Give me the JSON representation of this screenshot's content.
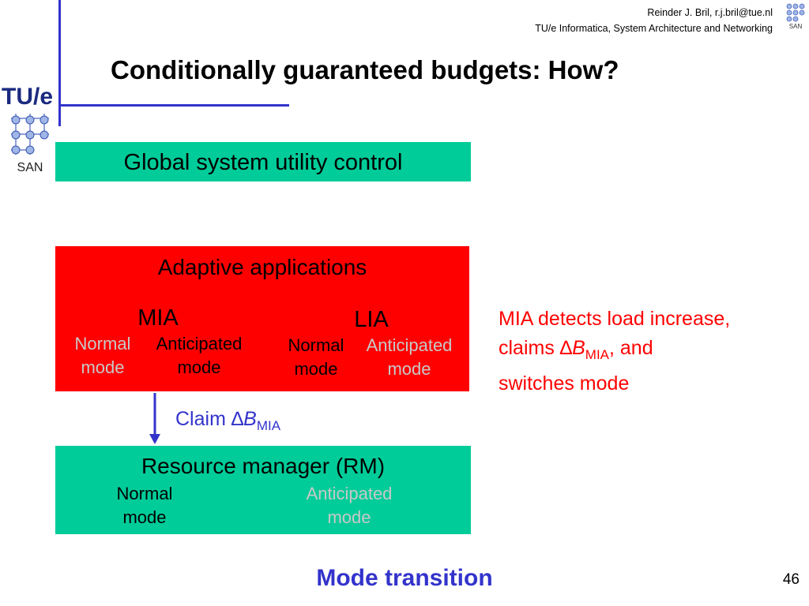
{
  "header": {
    "author": "Reinder J. Bril, r.j.bril@tue.nl",
    "affiliation": "TU/e Informatica, System Architecture and Networking",
    "logo_tue_text": "TU/e",
    "logo_san_text": "SAN"
  },
  "title": "Conditionally guaranteed budgets: How?",
  "global_box": {
    "label": "Global system utility control"
  },
  "adaptive_box": {
    "label": "Adaptive applications",
    "mia": {
      "label": "MIA",
      "normal_line1": "Normal",
      "normal_line2": "mode",
      "anticipated_line1": "Anticipated",
      "anticipated_line2": "mode"
    },
    "lia": {
      "label": "LIA",
      "normal_line1": "Normal",
      "normal_line2": "mode",
      "anticipated_line1": "Anticipated",
      "anticipated_line2": "mode"
    }
  },
  "claim": {
    "prefix": "Claim ",
    "delta": "∆",
    "b": "B",
    "sub": "MIA"
  },
  "rm_box": {
    "label": "Resource manager (RM)",
    "normal_line1": "Normal",
    "normal_line2": "mode",
    "anticipated_line1": "Anticipated",
    "anticipated_line2": "mode"
  },
  "note": {
    "line1": "MIA detects load increase,",
    "line2_prefix": "claims ",
    "delta": "∆",
    "b": "B",
    "sub": "MIA",
    "line2_suffix": ", and",
    "line3": "switches mode"
  },
  "footer": "Mode transition",
  "page_number": "46",
  "colors": {
    "accent_blue": "#3333cc",
    "green": "#00cc99",
    "red": "#ff0000",
    "inactive_gray": "#c8c8c8"
  }
}
